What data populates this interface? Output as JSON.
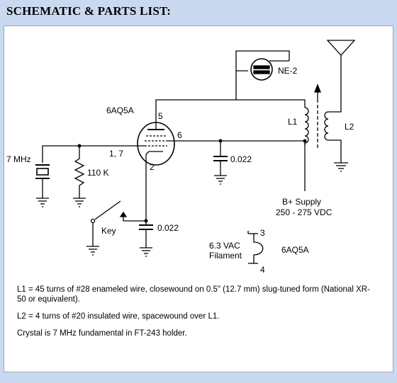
{
  "heading": "SCHEMATIC & PARTS LIST:",
  "labels": {
    "tube": "6AQ5A",
    "pin5": "5",
    "pin6": "6",
    "pin17": "1, 7",
    "pin2": "2",
    "crystal": "7 MHz",
    "resistor": "110 K",
    "cap_plate": "0.022",
    "cap_cathode": "0.022",
    "key": "Key",
    "neon": "NE-2",
    "l1": "L1",
    "l2": "L2",
    "bplus_1": "B+ Supply",
    "bplus_2": "250 - 275 VDC",
    "fil_1": "6.3 VAC",
    "fil_2": "Filament",
    "fil_pin3": "3",
    "fil_pin4": "4",
    "fil_tube": "6AQ5A"
  },
  "notes": {
    "l1": "L1 = 45 turns of #28 enameled wire, closewound on 0.5\" (12.7 mm) slug-tuned form (National XR-50 or equivalent).",
    "l2": "L2 = 4 turns of #20 insulated wire, spacewound over L1.",
    "crystal": "Crystal is 7 MHz fundamental in FT-243 holder."
  }
}
